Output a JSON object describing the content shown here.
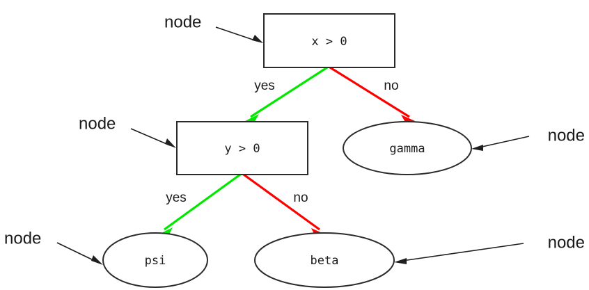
{
  "diagram": {
    "type": "decision-tree",
    "background_color": "#ffffff",
    "colors": {
      "yes_edge": "#00e800",
      "no_edge": "#fe0000",
      "node_stroke": "#2b2b2b",
      "annotation": "#1f1f1f",
      "text": "#1a1a1a"
    },
    "nodes": {
      "root": {
        "label": "x > 0",
        "shape": "rectangle"
      },
      "second": {
        "label": "y > 0",
        "shape": "rectangle"
      },
      "gamma": {
        "label": "gamma",
        "shape": "ellipse"
      },
      "psi": {
        "label": "psi",
        "shape": "ellipse"
      },
      "beta": {
        "label": "beta",
        "shape": "ellipse"
      }
    },
    "edges": [
      {
        "from": "root",
        "to": "second",
        "label": "yes",
        "color": "#00e800"
      },
      {
        "from": "root",
        "to": "gamma",
        "label": "no",
        "color": "#fe0000"
      },
      {
        "from": "second",
        "to": "psi",
        "label": "yes",
        "color": "#00e800"
      },
      {
        "from": "second",
        "to": "beta",
        "label": "no",
        "color": "#fe0000"
      }
    ],
    "annotations": [
      {
        "id": "root",
        "label": "node",
        "side": "left",
        "target": "root"
      },
      {
        "id": "second",
        "label": "node",
        "side": "left",
        "target": "second"
      },
      {
        "id": "gamma",
        "label": "node",
        "side": "right",
        "target": "gamma"
      },
      {
        "id": "psi",
        "label": "node",
        "side": "left",
        "target": "psi"
      },
      {
        "id": "beta",
        "label": "node",
        "side": "right",
        "target": "beta"
      }
    ]
  }
}
